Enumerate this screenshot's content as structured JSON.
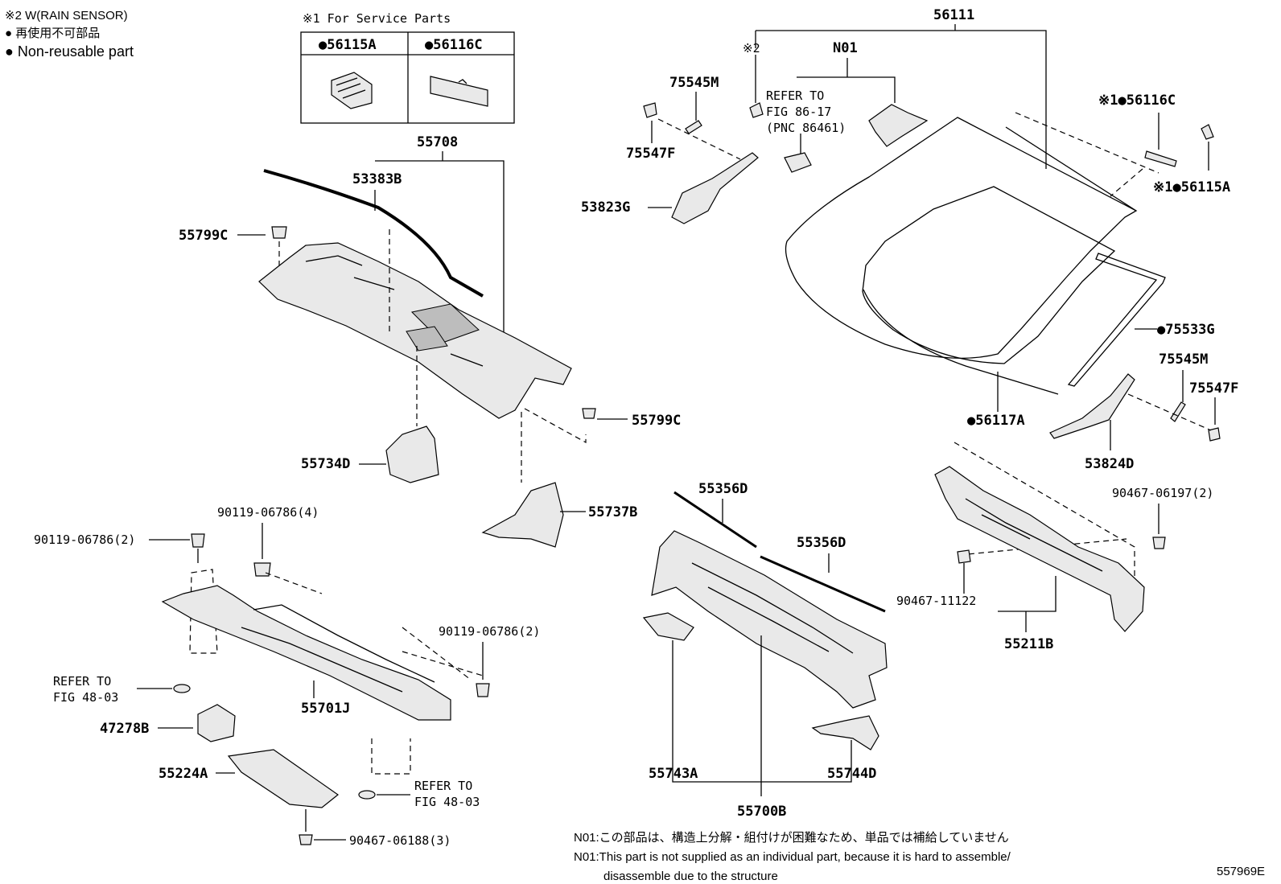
{
  "legend": {
    "rain_sensor": "※2 W(RAIN SENSOR)",
    "non_reusable_jp": "● 再使用不可部品",
    "non_reusable_en": "● Non-reusable part"
  },
  "service_box": {
    "title": "※1 For Service Parts",
    "col1": "●56115A",
    "col2": "●56116C"
  },
  "labels": {
    "p56111": "56111",
    "n01": "N01",
    "star2": "※2",
    "refer_86_1": "REFER TO",
    "refer_86_2": "FIG 86-17",
    "refer_86_3": "(PNC 86461)",
    "p75545m_a": "75545M",
    "p75547f_a": "75547F",
    "p53823g": "53823G",
    "p56116c": "※1●56116C",
    "p56115a": "※1●56115A",
    "p75533g": "●75533G",
    "p75545m_b": "75545M",
    "p75547f_b": "75547F",
    "p56117a": "●56117A",
    "p53824d": "53824D",
    "p55708": "55708",
    "p53383b": "53383B",
    "p55799c_a": "55799C",
    "p55799c_b": "55799C",
    "p55734d": "55734D",
    "p55737b": "55737B",
    "p55356d_a": "55356D",
    "p55356d_b": "55356D",
    "p90467_06197": "90467-06197(2)",
    "p90467_11122": "90467-11122",
    "p55211b": "55211B",
    "p90119_4": "90119-06786(4)",
    "p90119_2a": "90119-06786(2)",
    "p90119_2b": "90119-06786(2)",
    "refer_48a_1": "REFER TO",
    "refer_48a_2": "FIG 48-03",
    "refer_48b_1": "REFER TO",
    "refer_48b_2": "FIG 48-03",
    "p55701j": "55701J",
    "p47278b": "47278B",
    "p55224a": "55224A",
    "p90467_06188": "90467-06188(3)",
    "p55743a": "55743A",
    "p55744d": "55744D",
    "p55700b": "55700B"
  },
  "notes": {
    "n01_jp": "N01:この部品は、構造上分解・組付けが困難なため、単品では補給していません",
    "n01_en_1": "N01:This part is not supplied as an individual part, because it is hard to assemble/",
    "n01_en_2": "disassemble due to the structure"
  },
  "figure_id": "557969E"
}
